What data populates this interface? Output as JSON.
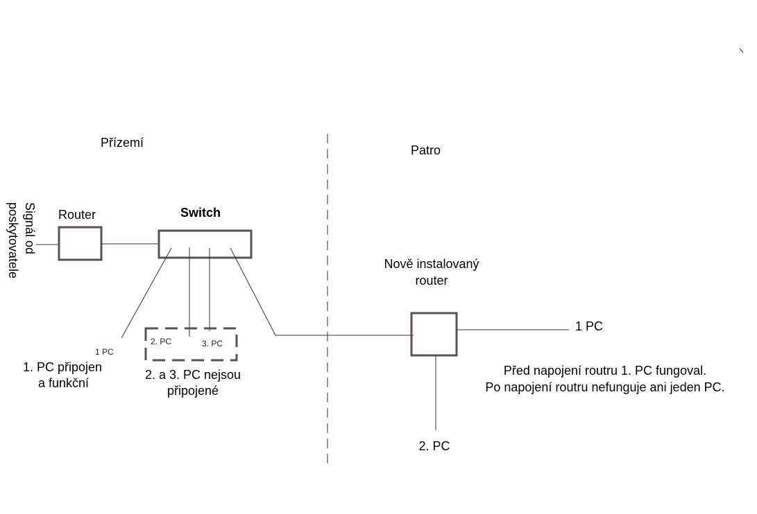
{
  "labels": {
    "ground_floor": "Přízemí",
    "upper_floor": "Patro",
    "provider_signal_line1": "Signál od",
    "provider_signal_line2": "poskytovatele",
    "router": "Router",
    "switch": "Switch",
    "pc1_small": "1 PC",
    "pc2_small": "2. PC",
    "pc3_small": "3. PC",
    "pc1_status_line1": "1. PC připojen",
    "pc1_status_line2": "a funkční",
    "pc23_status_line1": "2. a 3. PC nejsou",
    "pc23_status_line2": "připojené",
    "new_router_line1": "Nově instalovaný",
    "new_router_line2": "router",
    "upper_pc1": "1 PC",
    "upper_pc2": "2. PC",
    "note_line1": "Před napojení routru 1. PC fungoval.",
    "note_line2": "Po napojení routru nefunguje ani jeden PC."
  }
}
